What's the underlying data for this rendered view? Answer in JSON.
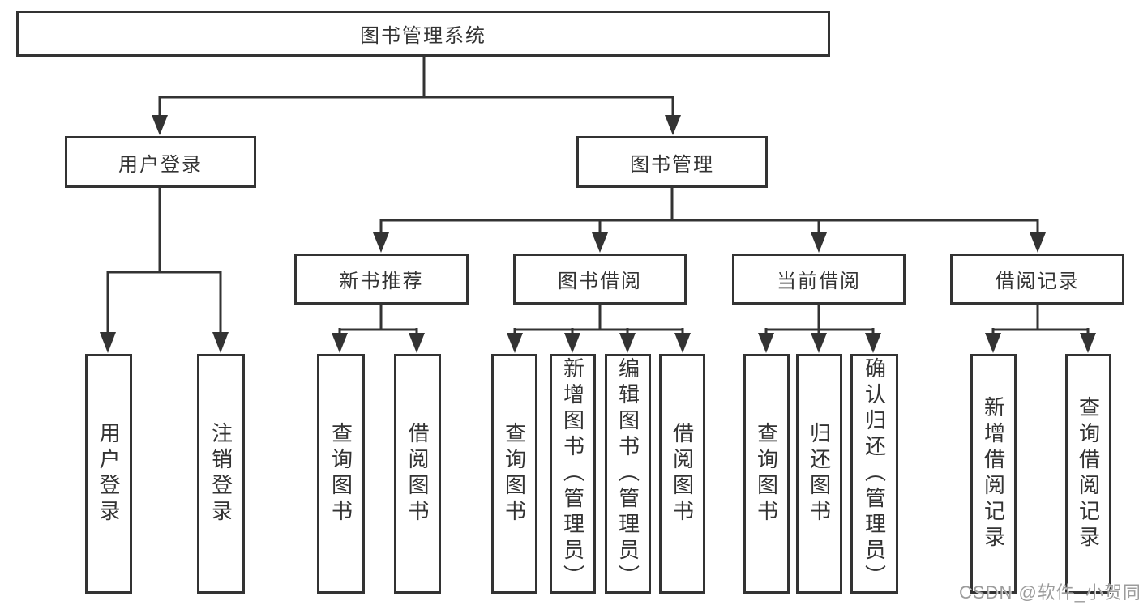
{
  "diagram": {
    "root": {
      "label": "图书管理系统"
    },
    "branches": [
      {
        "label": "用户登录",
        "children": [
          {
            "label": "用户登录"
          },
          {
            "label": "注销登录"
          }
        ]
      },
      {
        "label": "图书管理",
        "children": [
          {
            "label": "新书推荐",
            "children": [
              {
                "label": "查询图书"
              },
              {
                "label": "借阅图书"
              }
            ]
          },
          {
            "label": "图书借阅",
            "children": [
              {
                "label": "查询图书"
              },
              {
                "label": "新增图书（管理员）"
              },
              {
                "label": "编辑图书（管理员）"
              },
              {
                "label": "借阅图书"
              }
            ]
          },
          {
            "label": "当前借阅",
            "children": [
              {
                "label": "查询图书"
              },
              {
                "label": "归还图书"
              },
              {
                "label": "确认归还（管理员）"
              }
            ]
          },
          {
            "label": "借阅记录",
            "children": [
              {
                "label": "新增借阅记录"
              },
              {
                "label": "查询借阅记录"
              }
            ]
          }
        ]
      }
    ]
  },
  "watermark": {
    "text": "CSDN @软件_小贺同学"
  },
  "colors": {
    "line": "#333333",
    "text": "#333333",
    "box_background": "#ffffff",
    "page_background": "#ffffff",
    "watermark": "#9c9c9c"
  }
}
